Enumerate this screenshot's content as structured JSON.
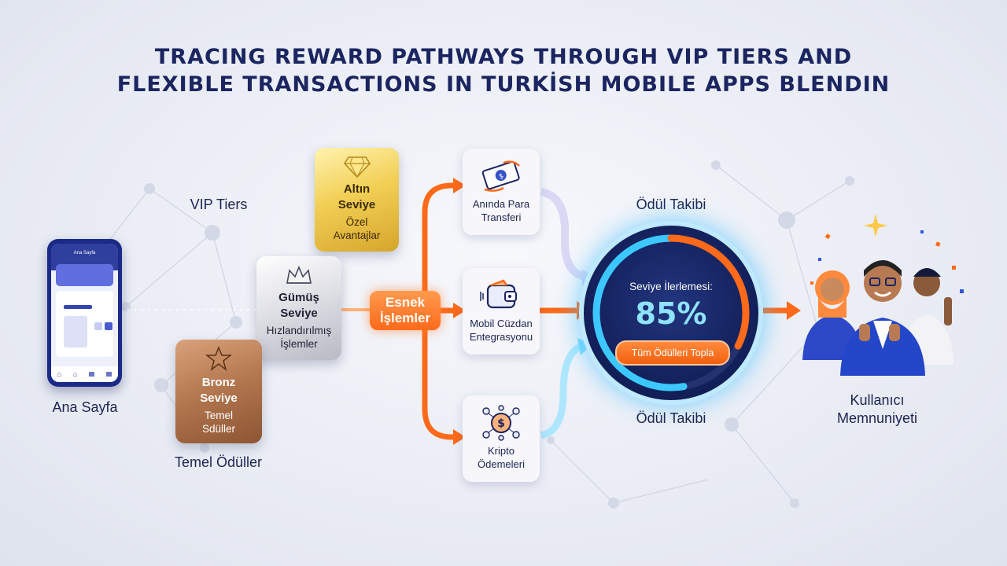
{
  "title_line1": "TRACING REWARD PATHWAYS THROUGH VIP TIERS AND",
  "title_line2": "FLEXIBLE TRANSACTIONS IN TURKİSH MOBILE APPS BLENDIN",
  "home": {
    "label": "Ana Sayfa",
    "phone_header": "Ana Sayfa"
  },
  "vip_label": "VIP Tiers",
  "tiers": {
    "gold": {
      "title1": "Altın",
      "title2": "Seviye",
      "sub1": "Özel",
      "sub2": "Avantajlar"
    },
    "silver": {
      "title1": "Gümüş",
      "title2": "Seviye",
      "sub1": "Hızlandırılmış",
      "sub2": "İşlemler"
    },
    "bronze": {
      "title1": "Bronz",
      "title2": "Seviye",
      "sub1": "Temel",
      "sub2": "Sdüller"
    }
  },
  "temel_oduller": "Temel Ödüller",
  "flexible": {
    "line1": "Esnek",
    "line2": "İşlemler"
  },
  "transactions": [
    {
      "line1": "Anında Para",
      "line2": "Transferi"
    },
    {
      "line1": "Mobil Cüzdan",
      "line2": "Entegrasyonu"
    },
    {
      "line1": "Kripto",
      "line2": "Ödemeleri"
    }
  ],
  "tracking": {
    "label_top": "Ödül Takibi",
    "label_bottom": "Ödül Takibi",
    "caption": "Seviye İlerlemesi:",
    "percent": "85%",
    "progress": 0.85,
    "button": "Tüm Ödülleri Topla"
  },
  "satisfaction": {
    "line1": "Kullanıcı",
    "line2": "Memnuniyeti"
  },
  "colors": {
    "navy": "#1b2560",
    "orange": "#ff6a1a",
    "cyan": "#39c6ff",
    "gold": "#f2cf55",
    "bronze": "#b2754e"
  }
}
